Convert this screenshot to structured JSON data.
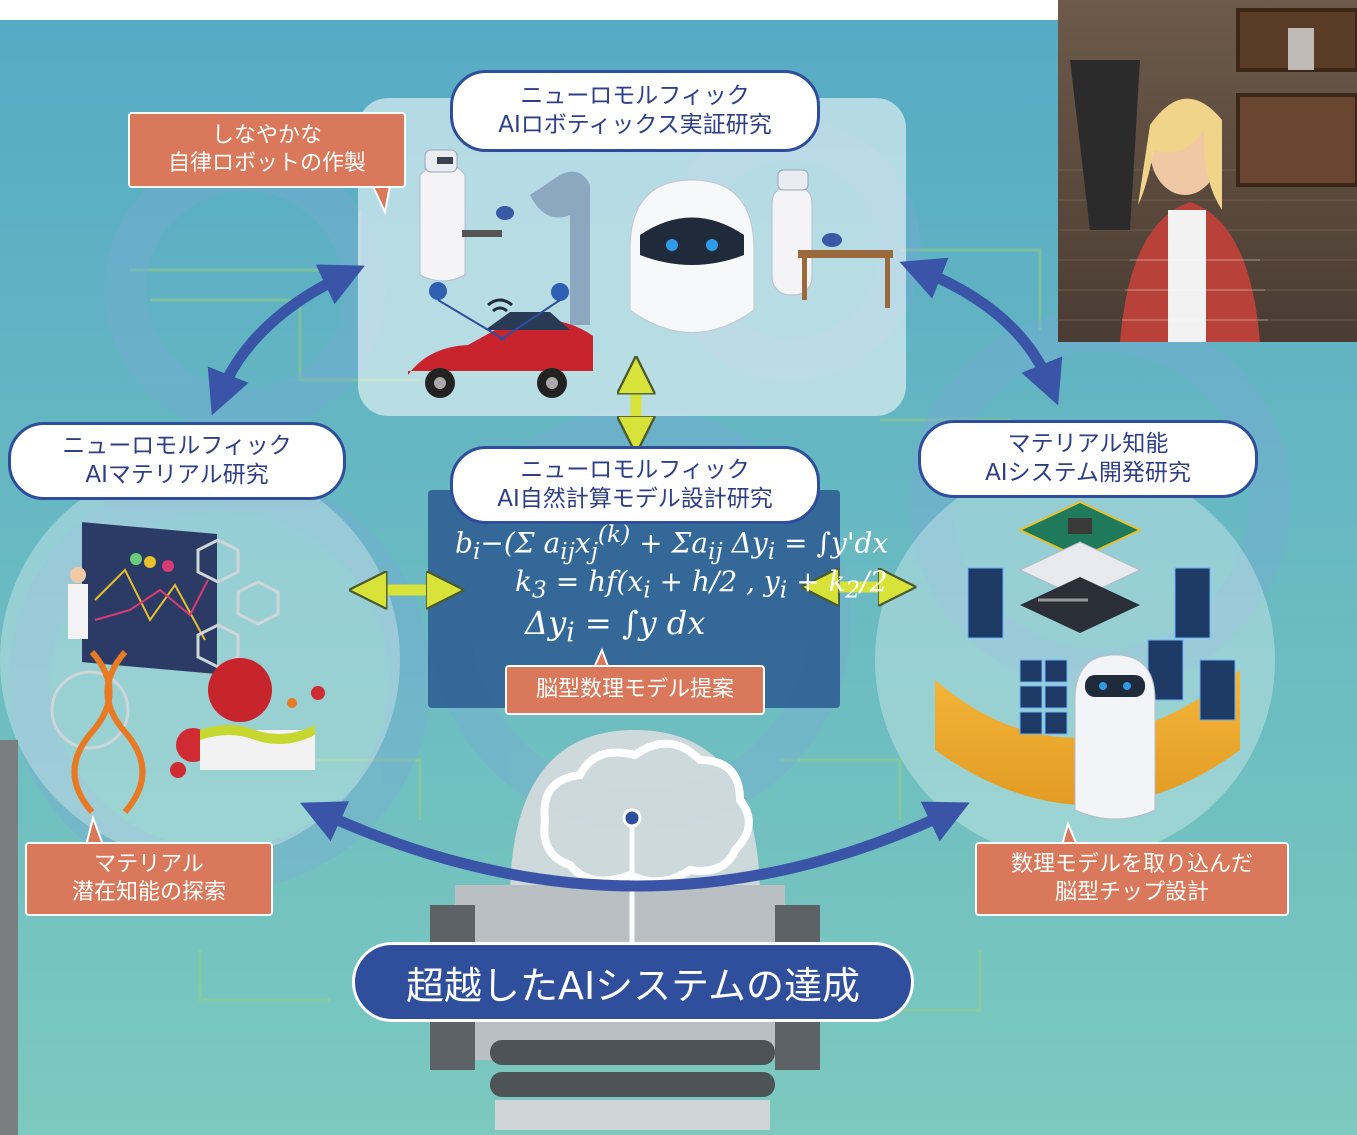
{
  "boxes": {
    "robotics": {
      "line1": "ニューロモルフィック",
      "line2": "AIロボティックス実証研究"
    },
    "material": {
      "line1": "ニューロモルフィック",
      "line2": "AIマテリアル研究"
    },
    "natural_computing": {
      "line1": "ニューロモルフィック",
      "line2": "AI自然計算モデル設計研究"
    },
    "system": {
      "line1": "マテリアル知能",
      "line2": "AIシステム開発研究"
    }
  },
  "tags": {
    "robot": {
      "line1": "しなやかな",
      "line2": "自律ロボットの作製"
    },
    "material": {
      "line1": "マテリアル",
      "line2": "潜在知能の探索"
    },
    "model": {
      "line1": "脳型数理モデル提案"
    },
    "chip": {
      "line1": "数理モデルを取り込んだ",
      "line2": "脳型チップ設計"
    }
  },
  "goal": "超越したAIシステムの達成",
  "colors": {
    "background": "#5db3c4",
    "title_border": "#2e4d9a",
    "tag": "#d9785a",
    "arrow_blue": "#3a55a8",
    "arrow_yellow": "#d8e33a"
  }
}
